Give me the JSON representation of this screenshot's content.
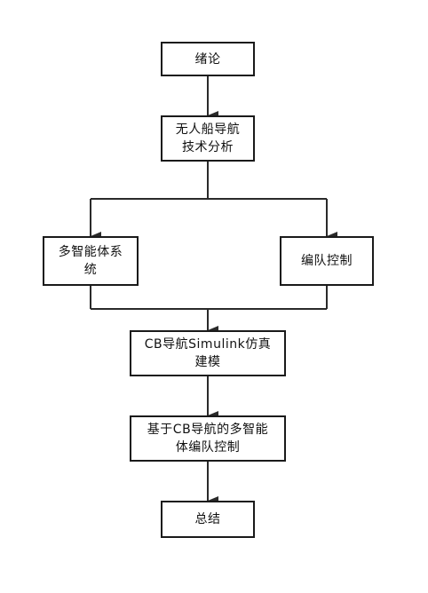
{
  "flowchart": {
    "nodes": {
      "intro": "绪论",
      "nav_analysis": "无人船导航\n技术分析",
      "multi_agent": "多智能体系\n统",
      "formation": "编队控制",
      "cb_model": "CB导航Simulink仿真\n建模",
      "cb_formation": "基于CB导航的多智能\n体编队控制",
      "summary": "总结"
    },
    "edges": [
      [
        "intro",
        "nav_analysis"
      ],
      [
        "nav_analysis",
        "multi_agent"
      ],
      [
        "nav_analysis",
        "formation"
      ],
      [
        "multi_agent",
        "cb_model"
      ],
      [
        "formation",
        "cb_model"
      ],
      [
        "cb_model",
        "cb_formation"
      ],
      [
        "cb_formation",
        "summary"
      ]
    ]
  }
}
